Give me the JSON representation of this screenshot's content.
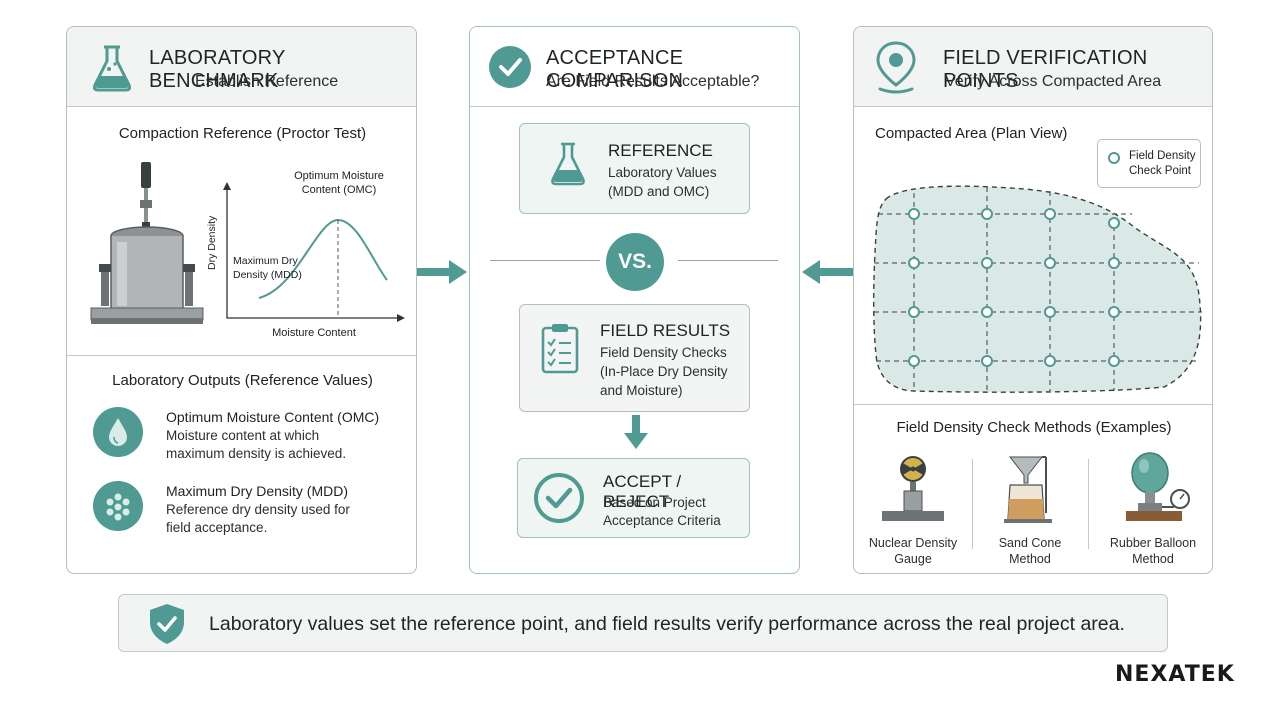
{
  "left_panel": {
    "title": "LABORATORY BENCHMARK",
    "subtitle": "Establish Reference",
    "section1_title": "Compaction Reference (Proctor Test)",
    "curve": {
      "omc_label_line1": "Optimum Moisture",
      "omc_label_line2": "Content (OMC)",
      "mdd_label_line1": "Maximum Dry",
      "mdd_label_line2": "Density (MDD)",
      "y_axis_label": "Dry Density",
      "x_axis_label": "Moisture Content"
    },
    "section2_title": "Laboratory Outputs (Reference Values)",
    "outputs": [
      {
        "icon": "water-drop-icon",
        "title": "Optimum Moisture Content (OMC)",
        "line1": "Moisture content at which",
        "line2": "maximum density is achieved."
      },
      {
        "icon": "particles-icon",
        "title": "Maximum Dry Density (MDD)",
        "line1": "Reference dry density used for",
        "line2": "field acceptance."
      }
    ]
  },
  "center_panel": {
    "title": "ACCEPTANCE COMPARISON",
    "subtitle": "Are Field Results Acceptable?",
    "reference_box": {
      "title": "REFERENCE",
      "line1": "Laboratory Values",
      "line2": "(MDD and OMC)"
    },
    "vs_label": "VS.",
    "field_box": {
      "title": "FIELD RESULTS",
      "line1": "Field Density Checks",
      "line2": "(In-Place Dry Density",
      "line3": "and Moisture)"
    },
    "accept_box": {
      "title": "ACCEPT / REJECT",
      "line1": "Based on Project",
      "line2": "Acceptance Criteria"
    }
  },
  "right_panel": {
    "title": "FIELD VERIFICATION POINTS",
    "subtitle": "Verify Across Compacted Area",
    "section1_title": "Compacted Area (Plan View)",
    "legend_line1": "Field Density",
    "legend_line2": "Check Point",
    "section2_title": "Field Density Check Methods (Examples)",
    "methods": [
      {
        "icon": "nuclear-gauge-icon",
        "line1": "Nuclear Density",
        "line2": "Gauge"
      },
      {
        "icon": "sand-cone-icon",
        "line1": "Sand Cone",
        "line2": "Method"
      },
      {
        "icon": "rubber-balloon-icon",
        "line1": "Rubber Balloon",
        "line2": "Method"
      }
    ]
  },
  "banner": {
    "text": "Laboratory values set the reference point, and field results verify performance across the real project area."
  },
  "logo": {
    "text": "NEXATEK"
  },
  "colors": {
    "accent": "#4f9a92",
    "box_fill": "#eef5f3",
    "header_fill": "#f2f3f3"
  }
}
